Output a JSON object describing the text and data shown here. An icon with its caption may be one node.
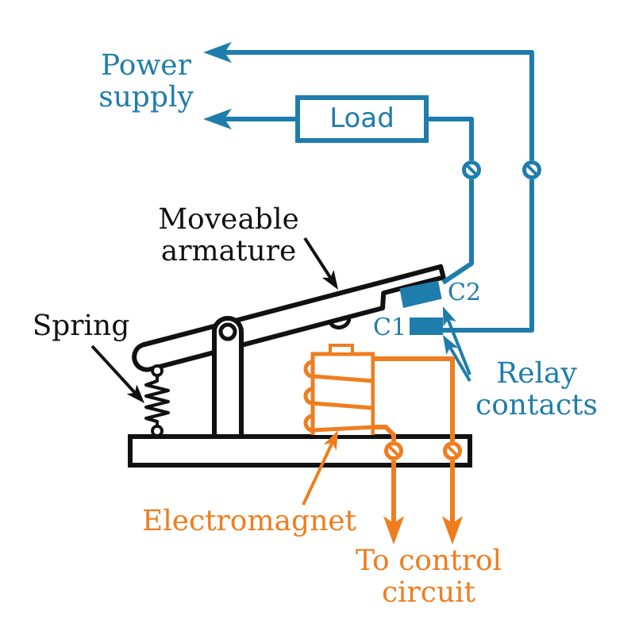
{
  "diagram": {
    "nodes": [
      {
        "text": [
          "Power supply"
        ]
      },
      {
        "text": [
          "Load"
        ]
      },
      {
        "text": [],
        "shape": "circle"
      },
      {
        "text": [],
        "shape": "circle"
      },
      {
        "text": [
          "Moveable armature"
        ]
      },
      {
        "text": [],
        "shape": "bar"
      },
      {
        "text": [],
        "shape": "box",
        "beside": [
          "C2"
        ]
      },
      {
        "text": [
          "Spring"
        ]
      },
      {
        "text": [],
        "shape": "box",
        "beside": [
          "C1"
        ]
      },
      {
        "text": [
          "Relay contacts"
        ]
      },
      {
        "text": [],
        "shape": "spring"
      },
      {
        "text": [],
        "shape": "coil"
      },
      {
        "text": [],
        "shape": "circle"
      },
      {
        "text": [],
        "shape": "circle"
      },
      {
        "text": [
          "Electromagnet"
        ]
      },
      {
        "text": [
          "To control circuit"
        ]
      }
    ],
    "edges": [
      {
        "from": 3,
        "to": 0,
        "arrow": "to"
      },
      {
        "from": 8,
        "to": 3,
        "arrow": "none"
      },
      {
        "from": 1,
        "to": 0,
        "arrow": "to"
      },
      {
        "from": 2,
        "to": 1,
        "arrow": "none"
      },
      {
        "from": 6,
        "to": 2,
        "arrow": "none"
      },
      {
        "from": 4,
        "to": 5,
        "arrow": "to",
        "color": "#111111"
      },
      {
        "from": 7,
        "to": 10,
        "arrow": "to",
        "color": "#111111"
      },
      {
        "from": 9,
        "to": 6,
        "arrow": "to"
      },
      {
        "from": 9,
        "to": 8,
        "arrow": "to"
      },
      {
        "from": 14,
        "to": 11,
        "arrow": "to",
        "color": "#ef7d1e"
      },
      {
        "from": 11,
        "to": 12,
        "arrow": "none",
        "color": "#ef7d1e"
      },
      {
        "from": 11,
        "to": 13,
        "arrow": "none",
        "color": "#ef7d1e"
      },
      {
        "from": 12,
        "to": 15,
        "arrow": "to",
        "color": "#ef7d1e"
      },
      {
        "from": 13,
        "to": 15,
        "arrow": "to",
        "color": "#ef7d1e"
      }
    ]
  }
}
